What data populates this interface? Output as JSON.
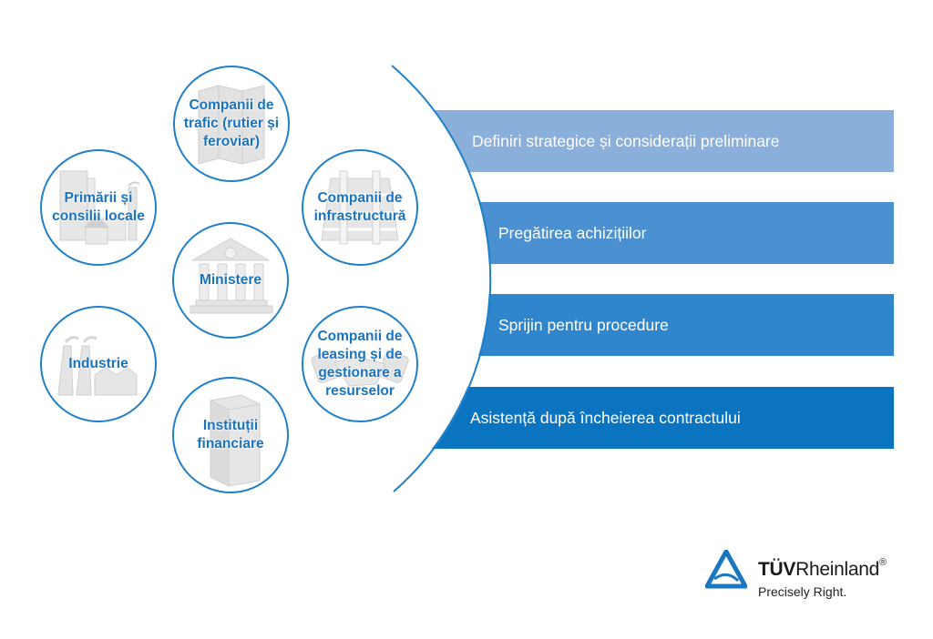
{
  "audience": {
    "traffic": {
      "label": "Companii de trafic (rutier și feroviar)",
      "icon": "folded-map-icon"
    },
    "municipal": {
      "label": "Primării și consilii locale",
      "icon": "city-buildings-icon"
    },
    "infrastructure": {
      "label": "Companii de infrastructură",
      "icon": "railway-track-icon"
    },
    "ministries": {
      "label": "Ministere",
      "icon": "government-building-icon"
    },
    "industry": {
      "label": "Industrie",
      "icon": "factory-icon"
    },
    "leasing": {
      "label": "Companii de leasing și de gestionare a resurselor",
      "icon": "handshake-icon"
    },
    "financial": {
      "label": "Instituții financiare",
      "icon": "office-tower-icon"
    }
  },
  "services": [
    {
      "label": "Definiri strategice și considerații preliminare",
      "color": "#8aafdb"
    },
    {
      "label": "Pregătirea achizițiilor",
      "color": "#4b90d0"
    },
    {
      "label": "Sprijin pentru procedure",
      "color": "#2f86cc"
    },
    {
      "label": "Asistență după încheierea contractului",
      "color": "#0a74c0"
    }
  ],
  "colors": {
    "circle_border": "#1f7fc8",
    "label_text": "#1a73be",
    "icon_gray": "#d9d9d9",
    "logo_blue": "#1b76c0"
  },
  "logo": {
    "brand_bold": "TÜV",
    "brand_rest": "Rheinland",
    "registered": "®",
    "tagline": "Precisely Right."
  }
}
